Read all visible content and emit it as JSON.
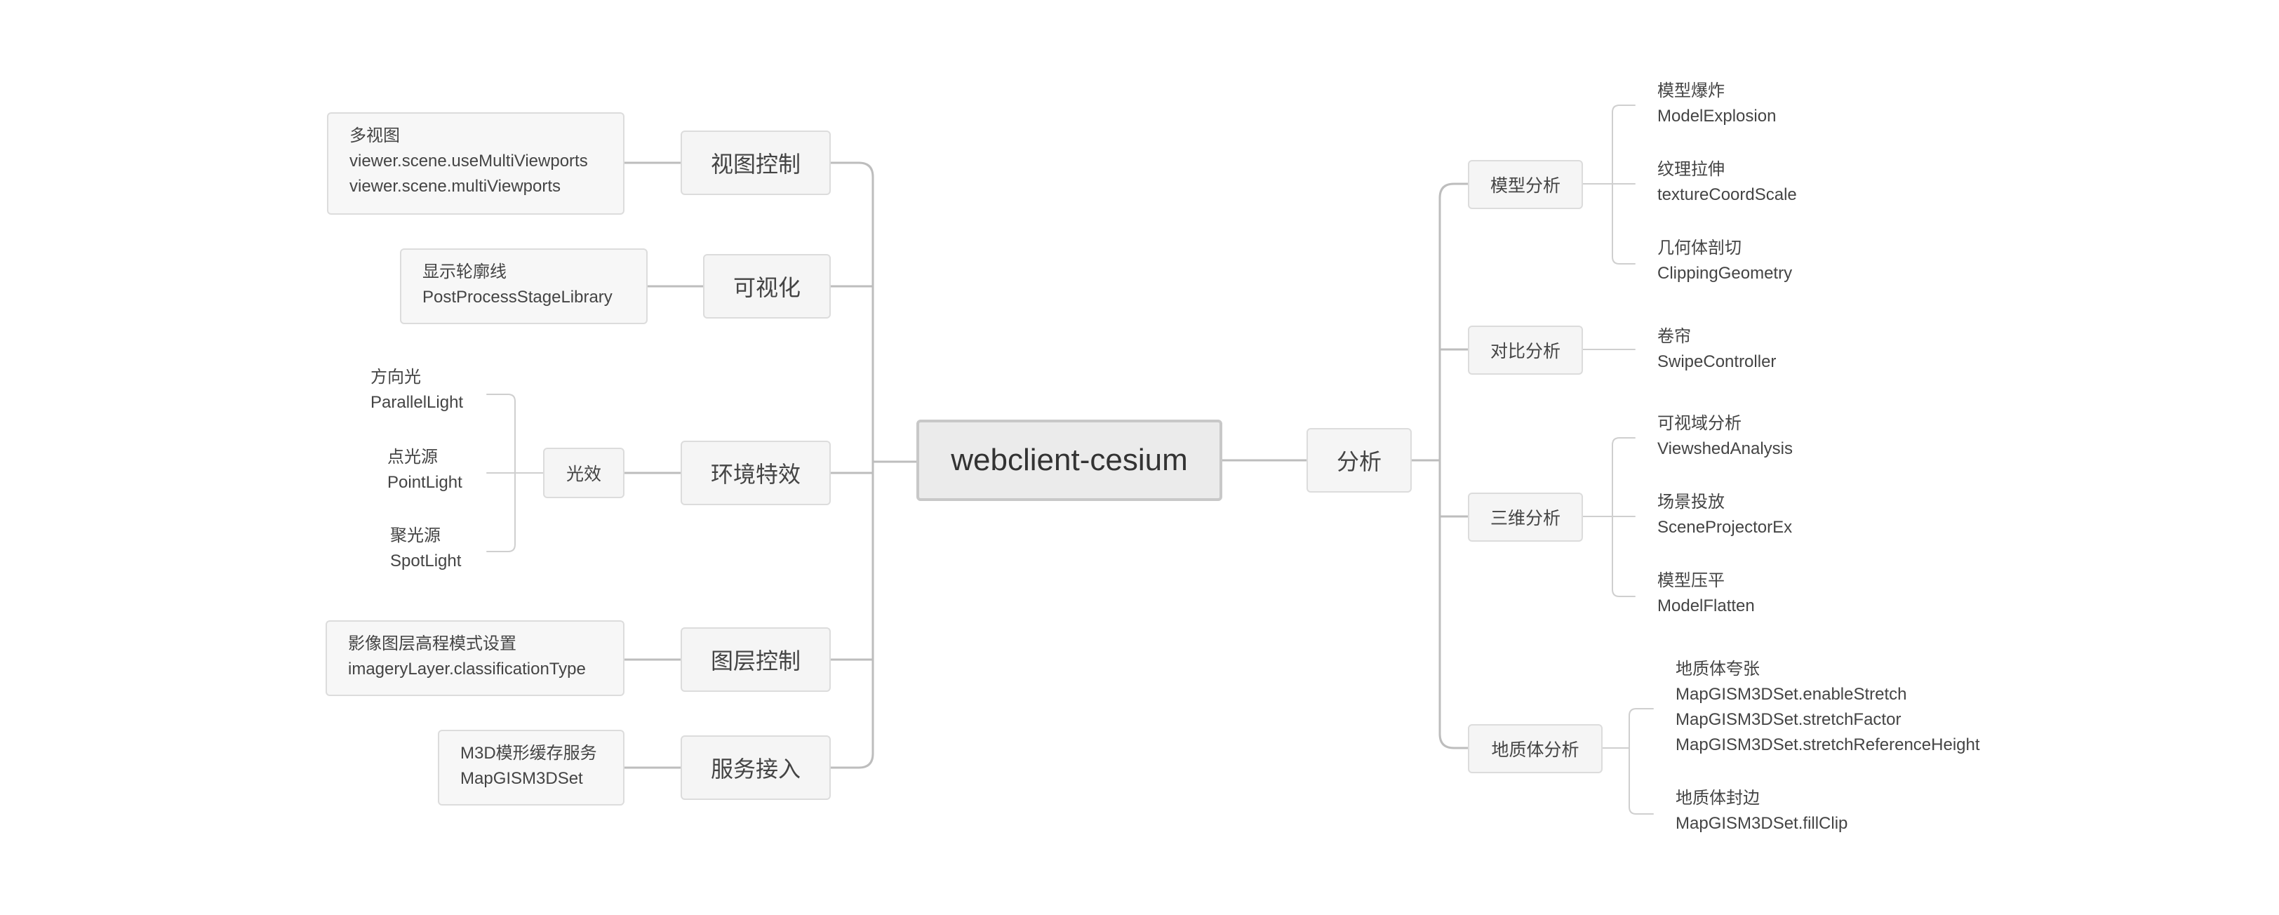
{
  "root": {
    "label": "webclient-cesium"
  },
  "left": {
    "view_control": {
      "label": "视图控制",
      "note": [
        "多视图",
        "viewer.scene.useMultiViewports",
        "viewer.scene.multiViewports"
      ]
    },
    "visualization": {
      "label": "可视化",
      "note": [
        "显示轮廓线",
        "PostProcessStageLibrary"
      ]
    },
    "environment": {
      "label": "环境特效",
      "light": {
        "label": "光效",
        "items": [
          [
            "方向光",
            "ParallelLight"
          ],
          [
            "点光源",
            "PointLight"
          ],
          [
            "聚光源",
            "SpotLight"
          ]
        ]
      }
    },
    "layer_control": {
      "label": "图层控制",
      "note": [
        "影像图层高程模式设置",
        "imageryLayer.classificationType"
      ]
    },
    "service_access": {
      "label": "服务接入",
      "note": [
        "M3D模形缓存服务",
        "MapGISM3DSet"
      ]
    }
  },
  "right": {
    "analysis": {
      "label": "分析",
      "groups": [
        {
          "label": "模型分析",
          "items": [
            [
              "模型爆炸",
              "ModelExplosion"
            ],
            [
              "纹理拉伸",
              "textureCoordScale"
            ],
            [
              "几何体剖切",
              "ClippingGeometry"
            ]
          ]
        },
        {
          "label": "对比分析",
          "items": [
            [
              "卷帘",
              "SwipeController"
            ]
          ]
        },
        {
          "label": "三维分析",
          "items": [
            [
              "可视域分析",
              "ViewshedAnalysis"
            ],
            [
              "场景投放",
              "SceneProjectorEx"
            ],
            [
              "模型压平",
              "ModelFlatten"
            ]
          ]
        },
        {
          "label": "地质体分析",
          "items": [
            [
              "地质体夸张",
              "MapGISM3DSet.enableStretch",
              "MapGISM3DSet.stretchFactor",
              "MapGISM3DSet.stretchReferenceHeight"
            ],
            [
              "地质体封边",
              "MapGISM3DSet.fillClip"
            ]
          ]
        }
      ]
    }
  }
}
